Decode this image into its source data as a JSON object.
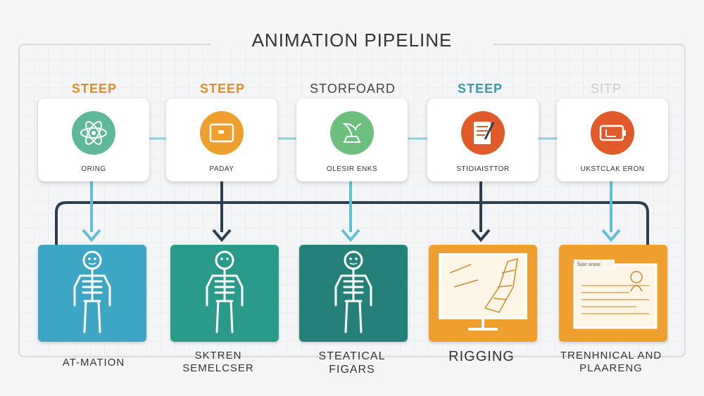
{
  "title": "ANIMATION PIPELINE",
  "colors": {
    "orange": "#ef9f2d",
    "orange_text": "#e08a2a",
    "teal_text": "#3a9aa8",
    "blue_tile": "#3da6c4",
    "teal_tile": "#2a9a8a",
    "dark_teal_tile": "#26807a",
    "navy": "#2c3e50",
    "arrow_light": "#5fc0d6",
    "red": "#e05a2a",
    "green": "#5fb89a"
  },
  "steps": [
    {
      "label": "STEEP",
      "card_text": "ORING",
      "icon": "atom-icon"
    },
    {
      "label": "STEEP",
      "card_text": "PADAY",
      "icon": "tablet-icon"
    },
    {
      "label": "STORFOARD",
      "card_text": "OLESIR ENKS",
      "icon": "plant-icon"
    },
    {
      "label": "STEEP",
      "card_text": "STIOIAISTTOR",
      "icon": "notepad-icon"
    },
    {
      "label": "SITP",
      "card_text": "UKSTCLAK ERON",
      "icon": "battery-icon"
    }
  ],
  "tiles": [
    {
      "label": "AT-MATION",
      "icon": "skeleton-icon"
    },
    {
      "label": "SKTREN SEMELCSER",
      "icon": "skeleton-icon"
    },
    {
      "label": "STEATICAL FIGARS",
      "icon": "skeleton-icon"
    },
    {
      "label": "RIGGING",
      "icon": "monitor-icon"
    },
    {
      "label": "TRENHNICAL AND PLAARENG",
      "icon": "document-icon",
      "doc_heading": "Saie seuse"
    }
  ]
}
